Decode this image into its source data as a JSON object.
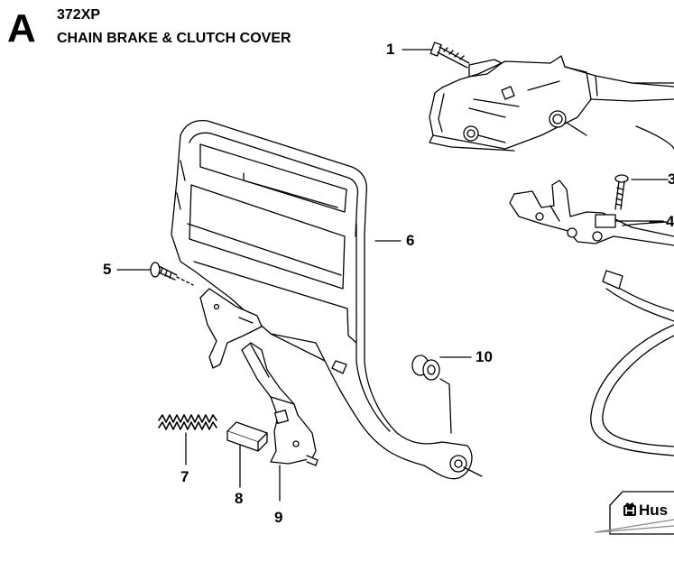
{
  "header": {
    "section_letter": "A",
    "model": "372XP",
    "title": "CHAIN BRAKE & CLUTCH COVER"
  },
  "callouts": [
    {
      "id": "1",
      "label": "1"
    },
    {
      "id": "3",
      "label": "3"
    },
    {
      "id": "4",
      "label": "4"
    },
    {
      "id": "5",
      "label": "5"
    },
    {
      "id": "6",
      "label": "6"
    },
    {
      "id": "7",
      "label": "7"
    },
    {
      "id": "8",
      "label": "8"
    },
    {
      "id": "9",
      "label": "9"
    },
    {
      "id": "10",
      "label": "10"
    }
  ],
  "brand": {
    "text": "Hus",
    "logo_icon": "husqvarna-crowned-h-icon"
  }
}
